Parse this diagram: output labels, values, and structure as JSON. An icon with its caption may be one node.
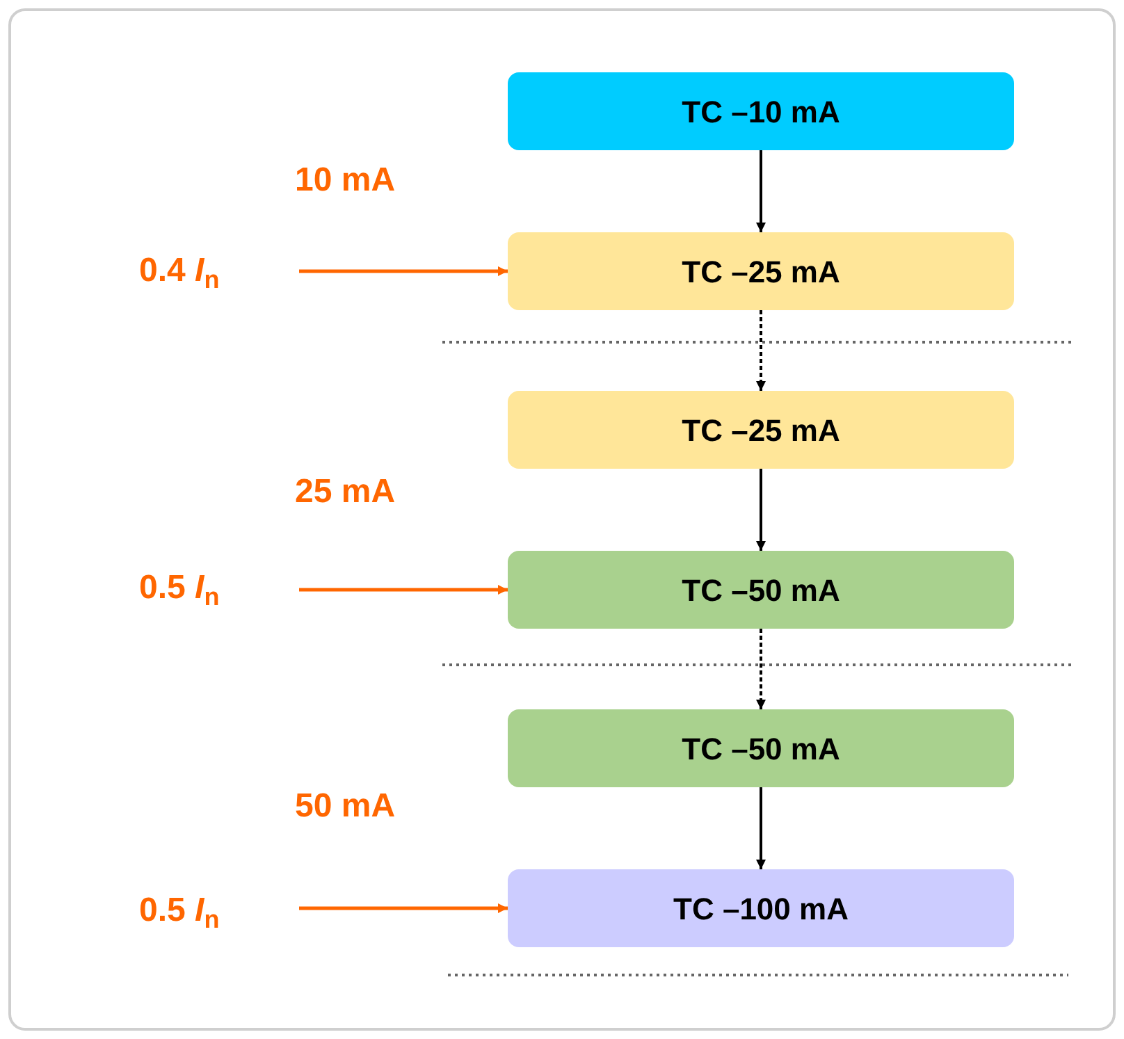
{
  "diagram": {
    "nodes": [
      {
        "text": [
          "TC –10 mA"
        ]
      },
      {
        "text": [
          "TC –25 mA"
        ]
      },
      {
        "text": [
          "TC –25 mA"
        ]
      },
      {
        "text": [
          "TC –50 mA"
        ]
      },
      {
        "text": [
          "TC –50 mA"
        ]
      },
      {
        "text": [
          "TC –100 mA"
        ]
      },
      {
        "text": [
          "0.4 *I*$_{n}$"
        ]
      },
      {
        "text": [
          "0.5 *I*$_{n}$"
        ]
      },
      {
        "text": [
          "0.5 *I*$_{n}$"
        ]
      }
    ],
    "edges": [
      {
        "from": 0,
        "to": 1,
        "arrow": "to"
      },
      {
        "from": 1,
        "to": 2,
        "arrow": "to",
        "style": "dashed"
      },
      {
        "from": 2,
        "to": 3,
        "arrow": "to"
      },
      {
        "from": 3,
        "to": 4,
        "arrow": "to",
        "style": "dashed"
      },
      {
        "from": 4,
        "to": 5,
        "arrow": "to"
      },
      {
        "from": 6,
        "to": 1,
        "arrow": "to",
        "color": "#ff6600"
      },
      {
        "from": 7,
        "to": 3,
        "arrow": "to",
        "color": "#ff6600"
      },
      {
        "from": 8,
        "to": 5,
        "arrow": "to",
        "color": "#ff6600"
      }
    ],
    "labels": [
      "10 mA",
      "25 mA",
      "50 mA"
    ]
  }
}
